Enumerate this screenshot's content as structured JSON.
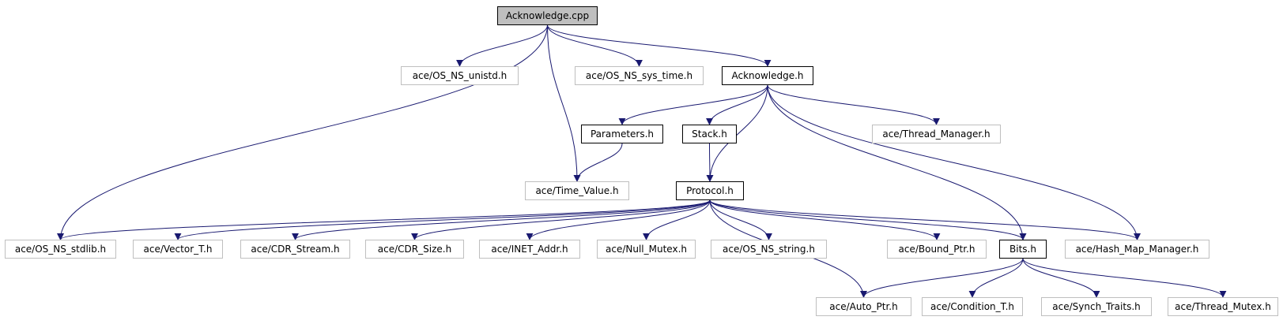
{
  "graph": {
    "colors": {
      "edge": "#191970",
      "local_border": "#000000",
      "external_border": "#bfbfbf",
      "root_fill": "#bfbfbf"
    },
    "nodes": [
      {
        "id": "ack_cpp",
        "label": "Acknowledge.cpp",
        "kind": "root"
      },
      {
        "id": "os_unistd",
        "label": "ace/OS_NS_unistd.h",
        "kind": "external"
      },
      {
        "id": "os_systime",
        "label": "ace/OS_NS_sys_time.h",
        "kind": "external"
      },
      {
        "id": "ack_h",
        "label": "Acknowledge.h",
        "kind": "local"
      },
      {
        "id": "params",
        "label": "Parameters.h",
        "kind": "local"
      },
      {
        "id": "stack",
        "label": "Stack.h",
        "kind": "local"
      },
      {
        "id": "thread_mgr",
        "label": "ace/Thread_Manager.h",
        "kind": "external"
      },
      {
        "id": "time_value",
        "label": "ace/Time_Value.h",
        "kind": "external"
      },
      {
        "id": "protocol",
        "label": "Protocol.h",
        "kind": "local"
      },
      {
        "id": "os_stdlib",
        "label": "ace/OS_NS_stdlib.h",
        "kind": "external"
      },
      {
        "id": "vector_t",
        "label": "ace/Vector_T.h",
        "kind": "external"
      },
      {
        "id": "cdr_stream",
        "label": "ace/CDR_Stream.h",
        "kind": "external"
      },
      {
        "id": "cdr_size",
        "label": "ace/CDR_Size.h",
        "kind": "external"
      },
      {
        "id": "inet_addr",
        "label": "ace/INET_Addr.h",
        "kind": "external"
      },
      {
        "id": "null_mutex",
        "label": "ace/Null_Mutex.h",
        "kind": "external"
      },
      {
        "id": "os_string",
        "label": "ace/OS_NS_string.h",
        "kind": "external"
      },
      {
        "id": "bound_ptr",
        "label": "ace/Bound_Ptr.h",
        "kind": "external"
      },
      {
        "id": "bits",
        "label": "Bits.h",
        "kind": "local"
      },
      {
        "id": "hash_map",
        "label": "ace/Hash_Map_Manager.h",
        "kind": "external"
      },
      {
        "id": "auto_ptr",
        "label": "ace/Auto_Ptr.h",
        "kind": "external"
      },
      {
        "id": "condition_t",
        "label": "ace/Condition_T.h",
        "kind": "external"
      },
      {
        "id": "synch_traits",
        "label": "ace/Synch_Traits.h",
        "kind": "external"
      },
      {
        "id": "thread_mutex",
        "label": "ace/Thread_Mutex.h",
        "kind": "external"
      }
    ],
    "edges": [
      [
        "ack_cpp",
        "os_unistd"
      ],
      [
        "ack_cpp",
        "os_systime"
      ],
      [
        "ack_cpp",
        "ack_h"
      ],
      [
        "ack_cpp",
        "time_value"
      ],
      [
        "ack_cpp",
        "os_stdlib"
      ],
      [
        "ack_h",
        "params"
      ],
      [
        "ack_h",
        "stack"
      ],
      [
        "ack_h",
        "thread_mgr"
      ],
      [
        "ack_h",
        "protocol"
      ],
      [
        "ack_h",
        "bits"
      ],
      [
        "ack_h",
        "hash_map"
      ],
      [
        "params",
        "time_value"
      ],
      [
        "stack",
        "protocol"
      ],
      [
        "protocol",
        "os_stdlib"
      ],
      [
        "protocol",
        "vector_t"
      ],
      [
        "protocol",
        "cdr_stream"
      ],
      [
        "protocol",
        "cdr_size"
      ],
      [
        "protocol",
        "inet_addr"
      ],
      [
        "protocol",
        "null_mutex"
      ],
      [
        "protocol",
        "os_string"
      ],
      [
        "protocol",
        "bound_ptr"
      ],
      [
        "protocol",
        "bits"
      ],
      [
        "protocol",
        "hash_map"
      ],
      [
        "protocol",
        "auto_ptr"
      ],
      [
        "bits",
        "auto_ptr"
      ],
      [
        "bits",
        "condition_t"
      ],
      [
        "bits",
        "synch_traits"
      ],
      [
        "bits",
        "thread_mutex"
      ]
    ]
  }
}
